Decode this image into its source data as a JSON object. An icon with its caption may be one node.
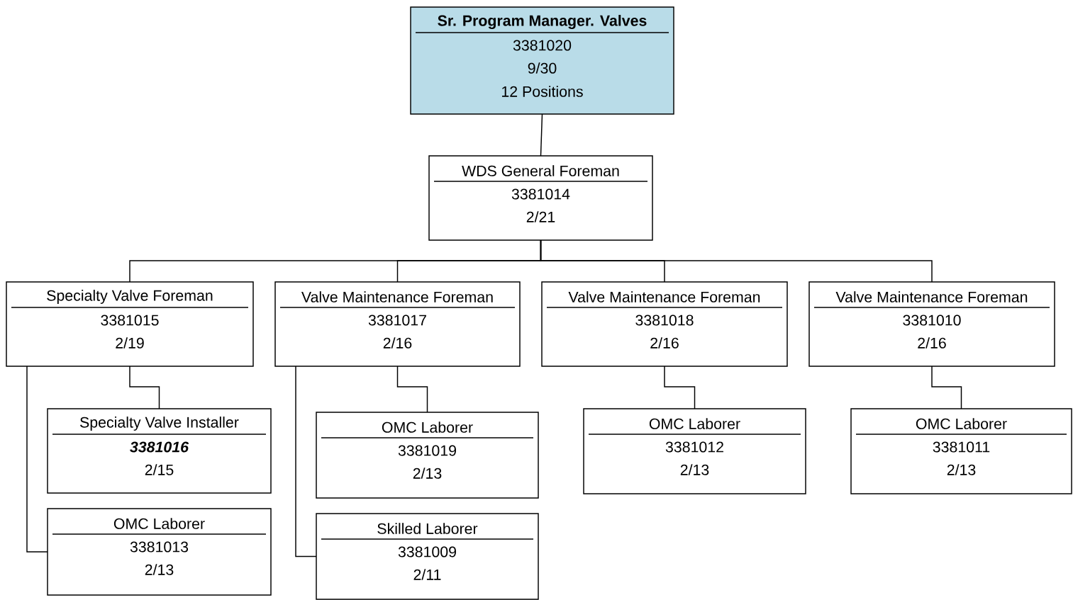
{
  "diagram": {
    "nodes": [
      {
        "text": [
          "Sr. Program Manager. Valves",
          "3381020",
          "9/30",
          "12 Positions"
        ]
      },
      {
        "text": [
          "WDS General Foreman",
          "3381014",
          "2/21"
        ]
      },
      {
        "text": [
          "Specialty Valve Foreman",
          "3381015",
          "2/19"
        ]
      },
      {
        "text": [
          "Valve Maintenance Foreman",
          "3381017",
          "2/16"
        ]
      },
      {
        "text": [
          "Valve Maintenance Foreman",
          "3381018",
          "2/16"
        ]
      },
      {
        "text": [
          "Valve Maintenance Foreman",
          "3381010",
          "2/16"
        ]
      },
      {
        "text": [
          "Specialty Valve Installer",
          "3381016",
          "2/15"
        ]
      },
      {
        "text": [
          "OMC Laborer",
          "3381013",
          "2/13"
        ]
      },
      {
        "text": [
          "OMC Laborer",
          "3381019",
          "2/13"
        ]
      },
      {
        "text": [
          "Skilled Laborer",
          "3381009",
          "2/11"
        ]
      },
      {
        "text": [
          "OMC Laborer",
          "3381012",
          "2/13"
        ]
      },
      {
        "text": [
          "OMC Laborer",
          "3381011",
          "2/13"
        ]
      }
    ],
    "edges": [
      {
        "from": 0,
        "to": 1,
        "arrow": "none"
      },
      {
        "from": 1,
        "to": 2,
        "arrow": "none"
      },
      {
        "from": 1,
        "to": 3,
        "arrow": "none"
      },
      {
        "from": 1,
        "to": 4,
        "arrow": "none"
      },
      {
        "from": 1,
        "to": 5,
        "arrow": "none"
      },
      {
        "from": 2,
        "to": 6,
        "arrow": "none"
      },
      {
        "from": 2,
        "to": 7,
        "arrow": "none"
      },
      {
        "from": 3,
        "to": 8,
        "arrow": "none"
      },
      {
        "from": 3,
        "to": 9,
        "arrow": "none"
      },
      {
        "from": 4,
        "to": 10,
        "arrow": "none"
      },
      {
        "from": 5,
        "to": 11,
        "arrow": "none"
      }
    ]
  }
}
